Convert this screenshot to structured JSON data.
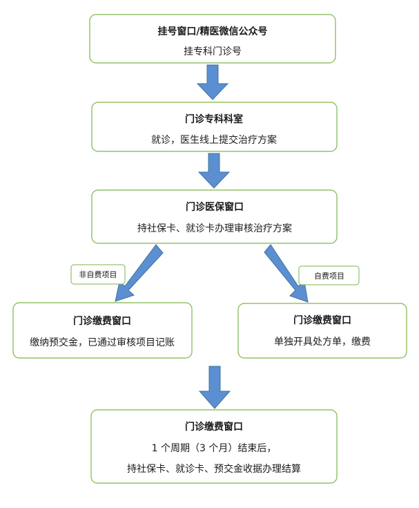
{
  "nodes": {
    "registration": {
      "title": "挂号窗口/精医微信公众号",
      "lines": [
        "挂专科门诊号"
      ]
    },
    "clinic": {
      "title": "门诊专科科室",
      "lines": [
        "就诊，医生线上提交治疗方案"
      ]
    },
    "insurance": {
      "title": "门诊医保窗口",
      "lines": [
        "持社保卡、就诊卡办理审核治疗方案"
      ]
    },
    "payment_left": {
      "title": "门诊缴费窗口",
      "lines": [
        "缴纳预交金，已通过审核项目记账"
      ]
    },
    "payment_right": {
      "title": "门诊缴费窗口",
      "lines": [
        "单独开具处方单，缴费"
      ]
    },
    "settlement": {
      "title": "门诊缴费窗口",
      "lines": [
        "1 个周期（3 个月）结束后，",
        "持社保卡、就诊卡、预交金收据办理结算"
      ]
    }
  },
  "tags": {
    "non_self_pay": "非自费项目",
    "self_pay": "自费项目"
  },
  "colors": {
    "box_border": "#7ab648",
    "arrow_fill": "#5b8fd1",
    "arrow_border": "#41719c"
  }
}
